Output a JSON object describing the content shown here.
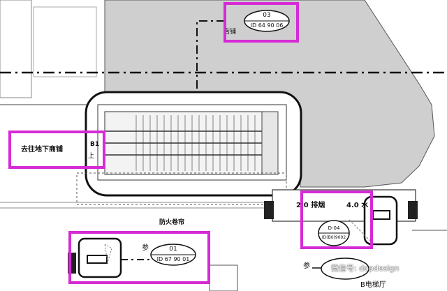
{
  "labels": {
    "shop_top": "店铺",
    "to_shops": "去往地下商铺",
    "b1": "B1",
    "up": "上",
    "fire_stair": "防火卷帘",
    "exhaust": "2.0 排烟",
    "water": "4.0 水",
    "elevator_hall": "B电梯厅",
    "ref_left": "参",
    "ref_bottom": "参"
  },
  "tags": {
    "tag03": {
      "num": "03",
      "id": "ID 64 90 06"
    },
    "tag01": {
      "num": "01",
      "id": "ID 67 90 01"
    },
    "tagD04": {
      "num": "D-04",
      "id": "ID(B0)9002"
    }
  },
  "watermark": "微信号: dopdesign",
  "colors": {
    "highlight": "#d52bd5",
    "site_gray": "#cfcfcf",
    "line": "#111111"
  }
}
